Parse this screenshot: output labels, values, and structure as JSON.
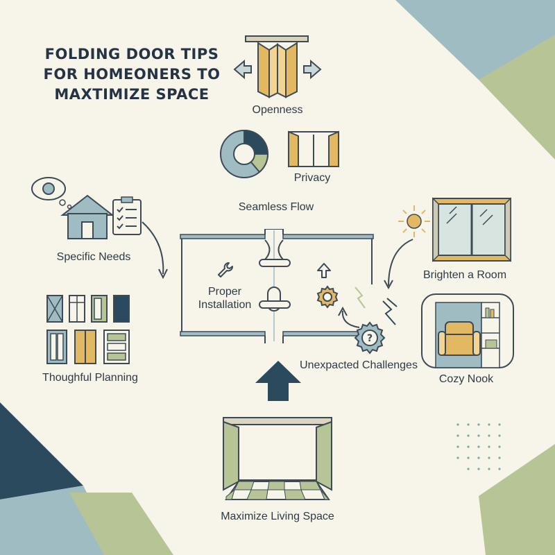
{
  "title": {
    "line1": "FOLDING DOOR TIPS",
    "line2": "FOR HOMEONERS TO",
    "line3": "MAXTIMIZE SPACE"
  },
  "labels": {
    "openness": "Openness",
    "privacy": "Privacy",
    "seamless_flow": "Seamless Flow",
    "specific_needs": "Specific Needs",
    "proper_installation_1": "Proper",
    "proper_installation_2": "Installation",
    "thoughtful_planning": "Thoughful Planning",
    "brighten_room": "Brighten a Room",
    "unexpected_challenges": "Unexpacted Challenges",
    "cozy_nook": "Cozy Nook",
    "maximize_living_space": "Maximize Living Space"
  },
  "icons": [
    "folding-door-arrows-icon",
    "pie-chart-icon",
    "privacy-door-icon",
    "thought-bubble-icon",
    "house-icon",
    "checklist-icon",
    "wrench-icon",
    "up-arrow-icon",
    "gear-icon",
    "question-gear-icon",
    "lightning-icon",
    "sun-icon",
    "window-icon",
    "armchair-icon",
    "door-samples-icon",
    "open-room-icon",
    "big-up-arrow-icon"
  ],
  "colors": {
    "background": "#f7f4ea",
    "navy": "#2c4a5e",
    "teal": "#9fbcc3",
    "sage": "#b7c596",
    "mustard": "#e3b862",
    "outline": "#3d4a55"
  }
}
